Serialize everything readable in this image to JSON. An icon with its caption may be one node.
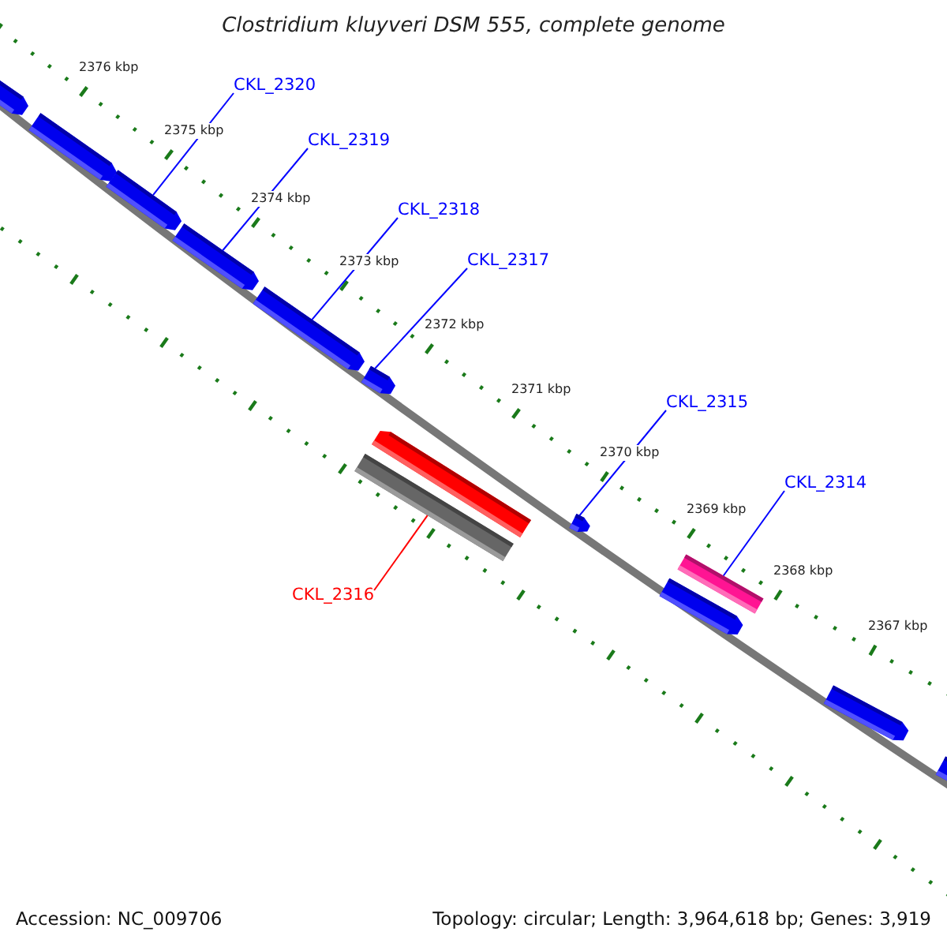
{
  "diagram": {
    "title": "Clostridium kluyveri DSM 555, complete genome",
    "nodes": [
      {
        "text": [
          "CKL_2320"
        ]
      },
      {
        "text": [
          "CKL_2319"
        ]
      },
      {
        "text": [
          "CKL_2318"
        ]
      },
      {
        "text": [
          "CKL_2317"
        ]
      },
      {
        "text": [
          "CKL_2315"
        ]
      },
      {
        "text": [
          "CKL_2314"
        ]
      },
      {
        "text": [
          "CKL_2316"
        ]
      },
      {
        "text": [],
        "shape": "arrow"
      },
      {
        "text": [],
        "shape": "arrow"
      },
      {
        "text": [],
        "shape": "arrow"
      },
      {
        "text": [],
        "shape": "arrow"
      },
      {
        "text": [],
        "shape": "arrow"
      },
      {
        "text": [],
        "shape": "bar"
      },
      {
        "text": [],
        "shape": "arrow"
      },
      {
        "text": [],
        "shape": "arrow"
      },
      {
        "text": [],
        "shape": "arrow"
      },
      {
        "text": [],
        "shape": "arrow"
      },
      {
        "text": [],
        "shape": "bar"
      },
      {
        "text": [],
        "shape": "arrow"
      },
      {
        "text": [],
        "shape": "arrow"
      }
    ],
    "edges": [
      {
        "from": 0,
        "to": 9,
        "arrow": "none"
      },
      {
        "from": 1,
        "to": 10,
        "arrow": "none"
      },
      {
        "from": 2,
        "to": 11,
        "arrow": "none"
      },
      {
        "from": 3,
        "to": 13,
        "arrow": "none"
      },
      {
        "from": 4,
        "to": 15,
        "arrow": "none"
      },
      {
        "from": 5,
        "to": 17,
        "arrow": "none"
      },
      {
        "from": 6,
        "to": 12,
        "arrow": "none",
        "color": "#ff0000"
      }
    ],
    "labels": [
      "2376 kbp",
      "2375 kbp",
      "2374 kbp",
      "2373 kbp",
      "2372 kbp",
      "2371 kbp",
      "2370 kbp",
      "2369 kbp",
      "2368 kbp",
      "2367 kbp",
      "Accession: NC_009706",
      "Topology: circular; Length: 3,964,618 bp; Genes: 3,919"
    ]
  }
}
